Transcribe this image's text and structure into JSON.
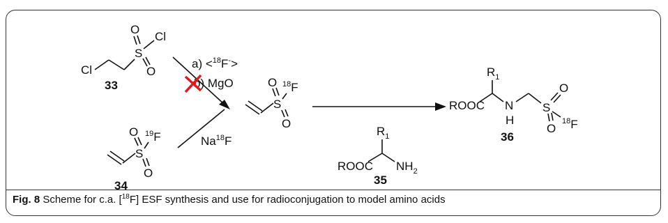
{
  "scheme": {
    "cmpd33": {
      "cl_left": "Cl",
      "cl_right": "Cl",
      "s": "S",
      "o_top": "O",
      "o_bottom": "O",
      "number": "33"
    },
    "cmpd34": {
      "s": "S",
      "o_top": "O",
      "o_bottom": "O",
      "f": "F",
      "iso": "19",
      "number": "34"
    },
    "esf": {
      "s": "S",
      "o_top": "O",
      "o_bottom": "O",
      "f": "F",
      "iso": "18"
    },
    "cmpd35": {
      "r": "R",
      "r_sub": "1",
      "rooc": "ROOC",
      "nh": "NH",
      "nh_sub": "2",
      "number": "35"
    },
    "cmpd36": {
      "r": "R",
      "r_sub": "1",
      "rooc": "ROOC",
      "n": "N",
      "h": "H",
      "s": "S",
      "o_top": "O",
      "o_bottom": "O",
      "f": "F",
      "iso": "18",
      "number": "36"
    },
    "reagents": {
      "a_label": "a) <",
      "a_iso": "18",
      "a_f": "F",
      "a_charge": "-",
      "a_close": ">",
      "b_label": "b) MgO",
      "na": "Na",
      "na_iso": "18",
      "na_f": "F"
    },
    "colors": {
      "cross": "#e8161b",
      "ink": "#111111"
    }
  },
  "caption": {
    "label": "Fig. 8",
    "text_before": " Scheme for c.a. [",
    "iso": "18",
    "text_after": "F] ESF synthesis and use for radioconjugation to model amino acids"
  }
}
